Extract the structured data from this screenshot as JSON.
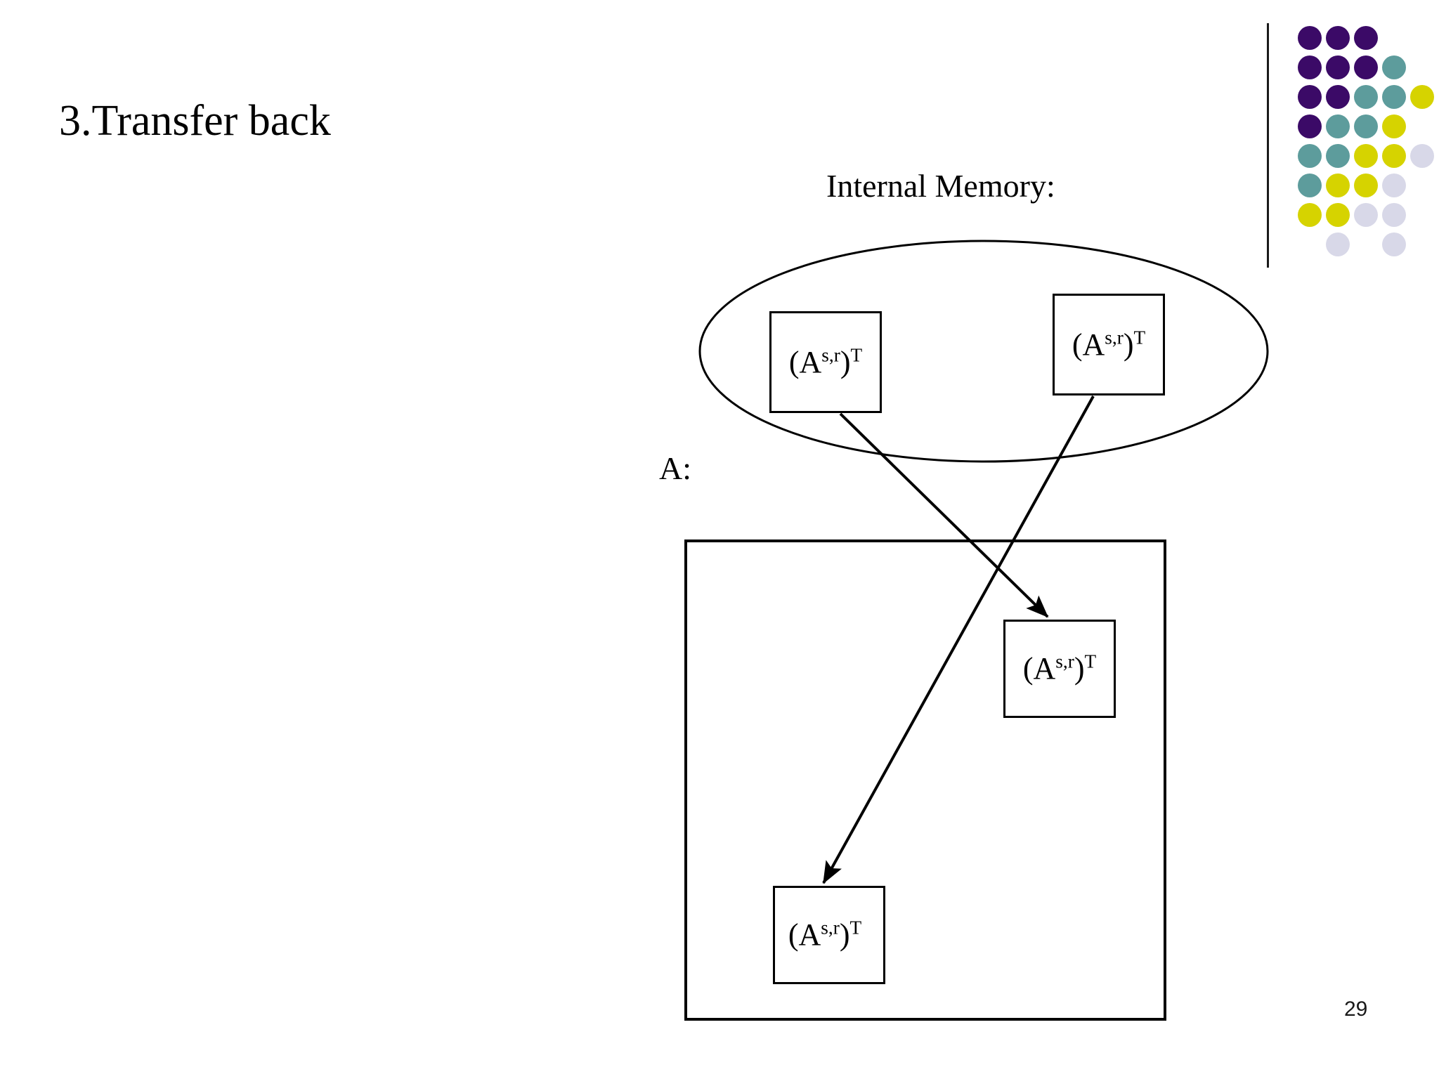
{
  "slide": {
    "title": "3.Transfer back",
    "page_number": "29",
    "background_color": "#ffffff",
    "ink_color": "#000000"
  },
  "labels": {
    "internal_memory": "Internal Memory:",
    "external_array": "A:"
  },
  "matrix_notation": {
    "base": "(A",
    "superscript_indices": "s,r",
    "close": ")",
    "superscript_transpose": "T",
    "plain_text": "(A^{s,r})^T"
  },
  "boxes": [
    {
      "id": "im-left",
      "label": "(A^{s,r})^T",
      "container": "internal-memory-ellipse"
    },
    {
      "id": "im-right",
      "label": "(A^{s,r})^T",
      "container": "internal-memory-ellipse"
    },
    {
      "id": "a-right",
      "label": "(A^{s,r})^T",
      "container": "array-a-rectangle"
    },
    {
      "id": "a-left",
      "label": "(A^{s,r})^T",
      "container": "array-a-rectangle"
    }
  ],
  "arrows": [
    {
      "from": "im-left",
      "to": "a-right",
      "description": "transfer back from internal memory left block to array A right block"
    },
    {
      "from": "im-right",
      "to": "a-left",
      "description": "transfer back from internal memory right block to array A left block"
    }
  ],
  "logo": {
    "name": "dot-grid-logo",
    "colors": {
      "purple": "#3B0A67",
      "teal": "#5D9C9C",
      "yellow": "#D6D300",
      "lavender": "#D8D8E8",
      "rule": "#1a1a1a"
    },
    "grid": [
      [
        "purple",
        "purple",
        "purple",
        null,
        null
      ],
      [
        "purple",
        "purple",
        "purple",
        "teal",
        null
      ],
      [
        "purple",
        "purple",
        "teal",
        "teal",
        "yellow"
      ],
      [
        "purple",
        "teal",
        "teal",
        "yellow",
        null
      ],
      [
        "teal",
        "teal",
        "yellow",
        "yellow",
        "lavender"
      ],
      [
        "teal",
        "yellow",
        "yellow",
        "lavender",
        null
      ],
      [
        "yellow",
        "yellow",
        "lavender",
        "lavender",
        null
      ],
      [
        null,
        "lavender",
        null,
        "lavender",
        null
      ]
    ]
  }
}
